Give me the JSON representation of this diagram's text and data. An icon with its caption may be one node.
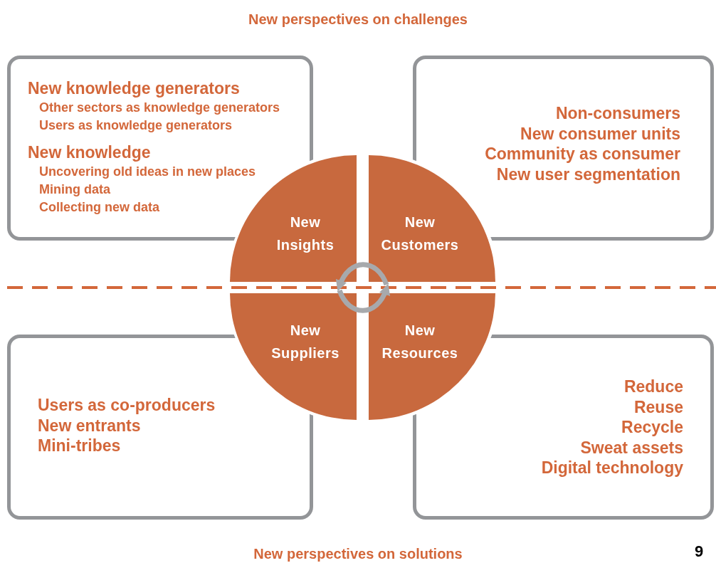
{
  "diagram": {
    "title": "New perspectives on challenges",
    "caption": "New perspectives on solutions",
    "nodes": [
      {
        "text": [
          "New knowledge generators",
          "Other sectors as knowledge generators",
          "Users as knowledge generators",
          "New knowledge",
          "Uncovering old ideas in new places",
          "Mining data",
          "Collecting new data"
        ]
      },
      {
        "text": [
          "Non-consumers",
          "New consumer units",
          "Community as consumer",
          "New user segmentation"
        ]
      },
      {
        "text": [
          "Users as co-producers",
          "New entrants",
          "Mini-tribes"
        ]
      },
      {
        "text": [
          "Reduce",
          "Reuse",
          "Recycle",
          "Sweat assets",
          "Digital technology"
        ]
      },
      {
        "text": [
          "New Insights"
        ]
      },
      {
        "text": [
          "New Customers"
        ]
      },
      {
        "text": [
          "New Suppliers"
        ]
      },
      {
        "text": [
          "New Resources"
        ]
      }
    ],
    "edges": [
      {
        "from": 5,
        "to": 4,
        "arrow": "to"
      },
      {
        "from": 6,
        "to": 7,
        "arrow": "to"
      }
    ],
    "labels": [
      "9"
    ]
  }
}
